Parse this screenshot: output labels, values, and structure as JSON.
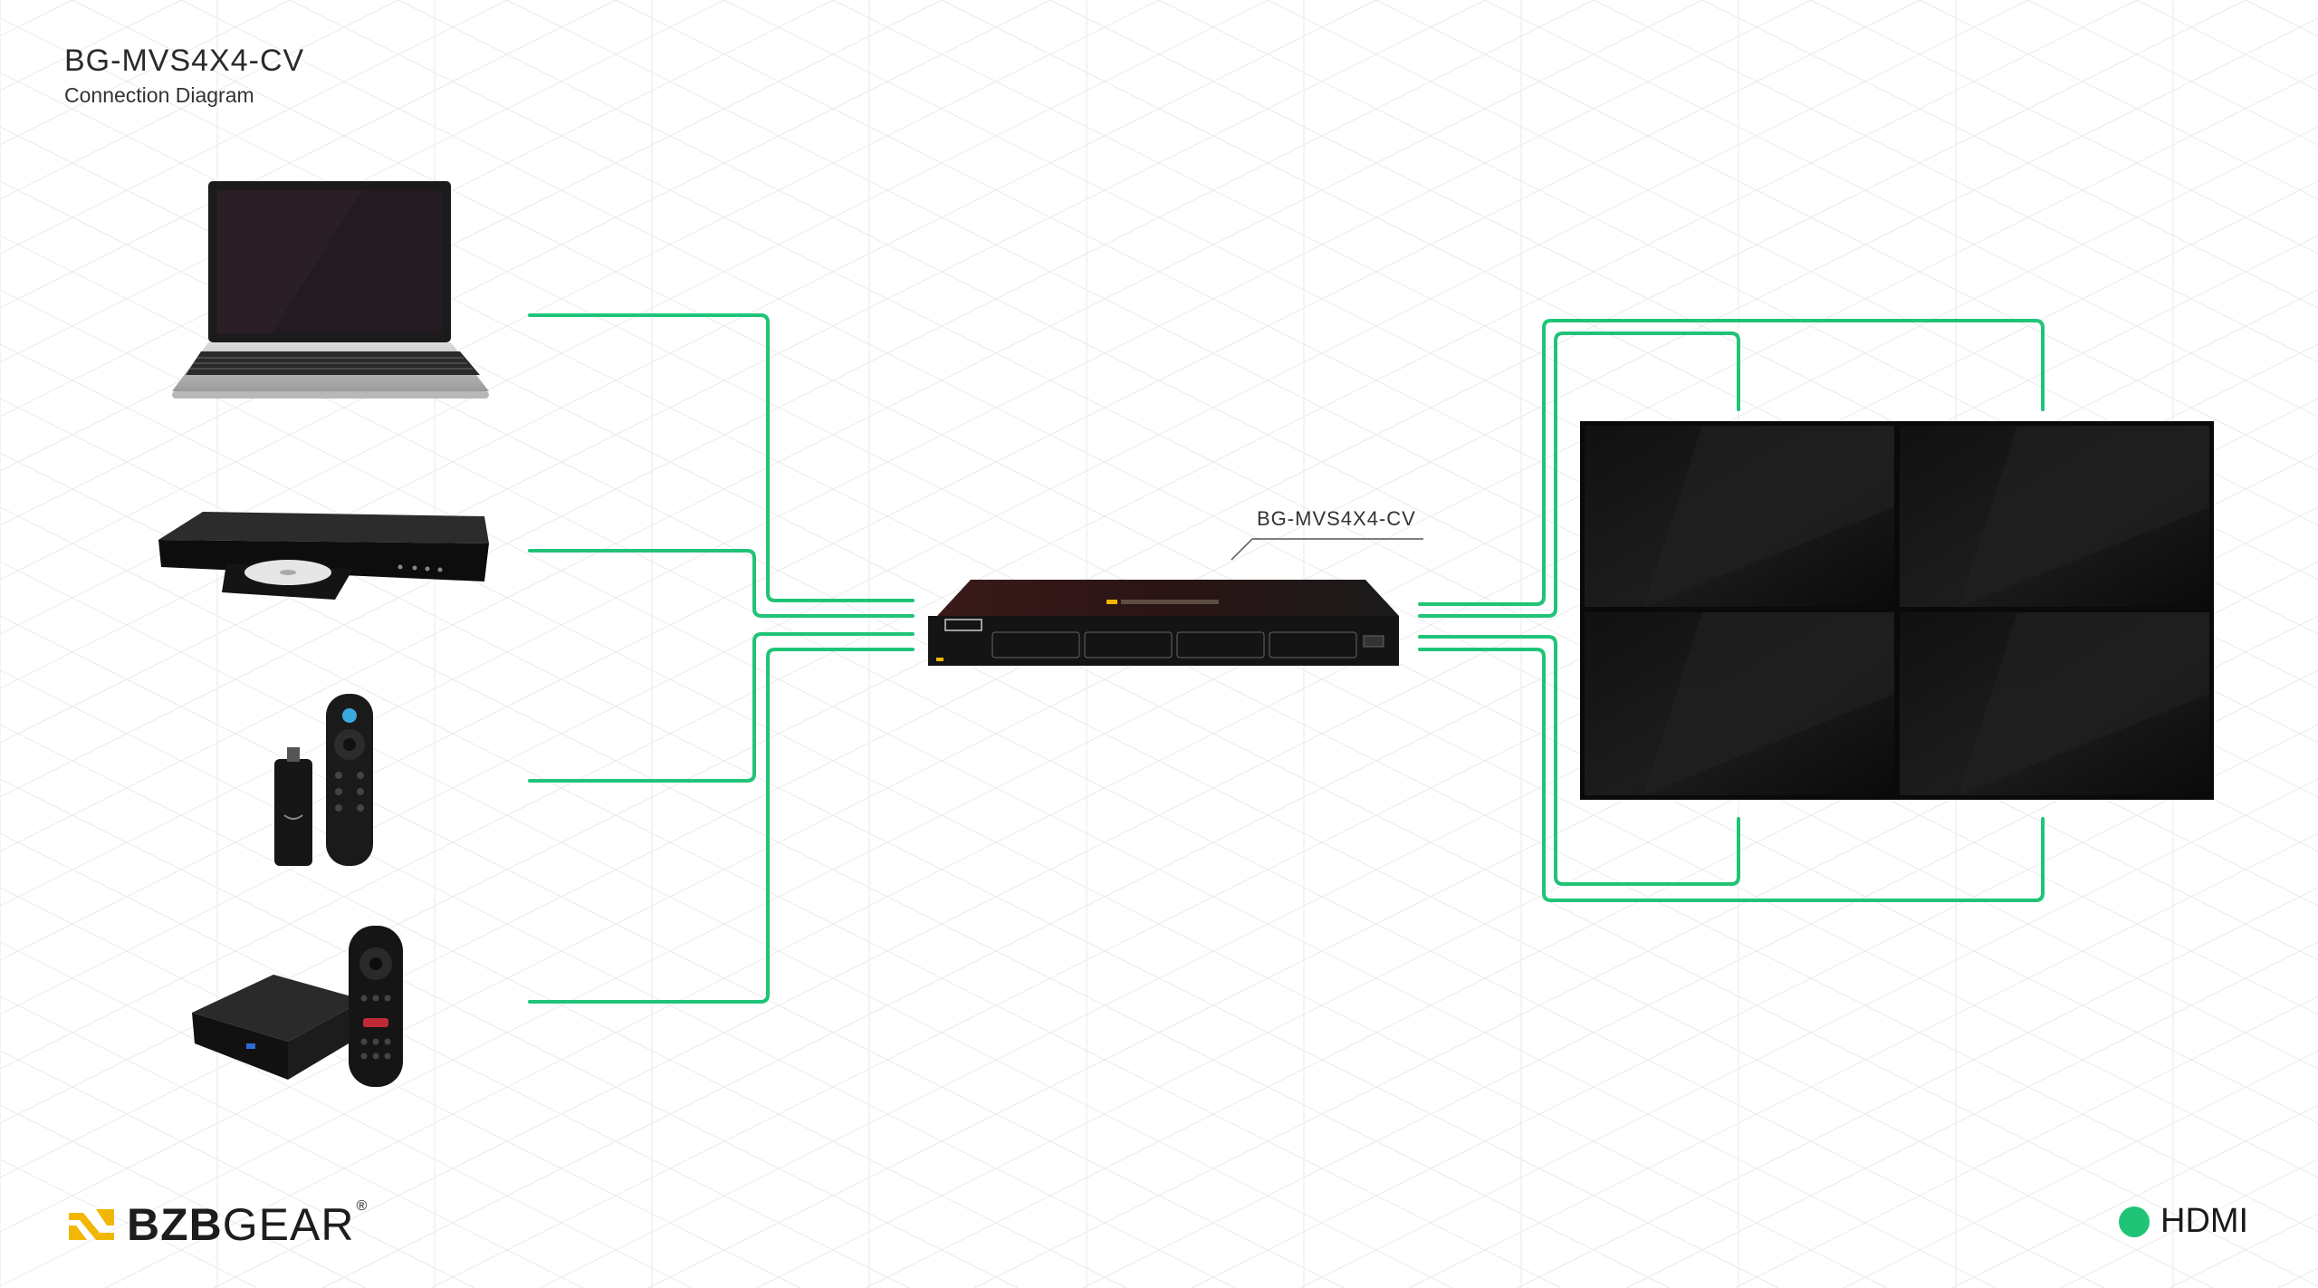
{
  "header": {
    "title": "BG-MVS4X4-CV",
    "subtitle": "Connection Diagram"
  },
  "device": {
    "callout": "BG-MVS4X4-CV",
    "brand": "BZBGEAR"
  },
  "sources": [
    {
      "icon": "laptop-icon"
    },
    {
      "icon": "blu-ray-player-icon"
    },
    {
      "icon": "streaming-stick-icon"
    },
    {
      "icon": "media-box-icon"
    }
  ],
  "display": {
    "icon": "video-wall-icon",
    "panels": 4
  },
  "logo": {
    "bold": "BZB",
    "light": "GEAR",
    "reg": "®"
  },
  "legend": {
    "label": "HDMI",
    "color": "#20c477"
  },
  "colors": {
    "cable": "#20c477",
    "brand_yellow": "#f2b705",
    "background": "#ffffff"
  }
}
